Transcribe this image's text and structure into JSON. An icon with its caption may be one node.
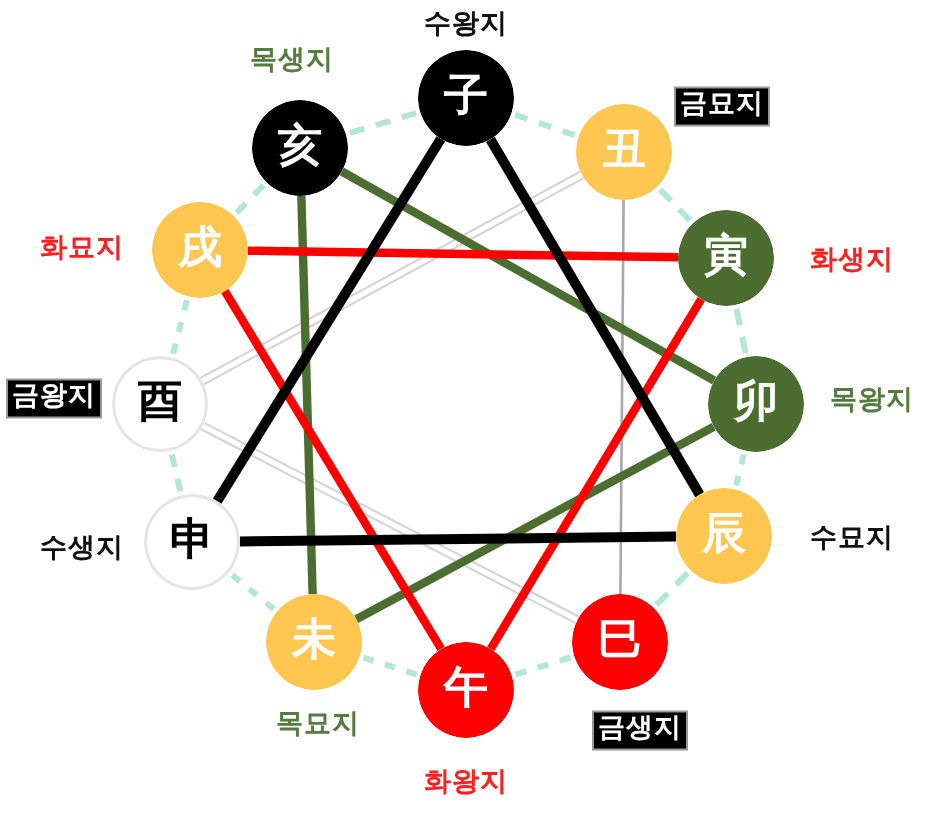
{
  "diagram": {
    "nodes": [
      {
        "text": [
          "子"
        ],
        "beside": [
          "수왕지"
        ]
      },
      {
        "text": [
          "丑"
        ],
        "beside": [
          "금묘지"
        ]
      },
      {
        "text": [
          "寅"
        ],
        "beside": [
          "화생지"
        ]
      },
      {
        "text": [
          "卯"
        ],
        "beside": [
          "목왕지"
        ]
      },
      {
        "text": [
          "辰"
        ],
        "beside": [
          "수묘지"
        ]
      },
      {
        "text": [
          "巳"
        ],
        "beside": [
          "금생지"
        ]
      },
      {
        "text": [
          "午"
        ],
        "beside": [
          "화왕지"
        ]
      },
      {
        "text": [
          "未"
        ],
        "beside": [
          "목묘지"
        ]
      },
      {
        "text": [
          "申"
        ],
        "beside": [
          "수생지"
        ]
      },
      {
        "text": [
          "酉"
        ],
        "beside": [
          "금왕지"
        ]
      },
      {
        "text": [
          "戌"
        ],
        "beside": [
          "화묘지"
        ]
      },
      {
        "text": [
          "亥"
        ],
        "beside": [
          "목생지"
        ]
      }
    ],
    "edges": [
      {
        "from": 0,
        "to": 1,
        "arrow": "none",
        "style": "dashed",
        "color": "#b3e6d6"
      },
      {
        "from": 1,
        "to": 2,
        "arrow": "none",
        "style": "dashed",
        "color": "#b3e6d6"
      },
      {
        "from": 2,
        "to": 3,
        "arrow": "none",
        "style": "dashed",
        "color": "#b3e6d6"
      },
      {
        "from": 3,
        "to": 4,
        "arrow": "none",
        "style": "dashed",
        "color": "#b3e6d6"
      },
      {
        "from": 4,
        "to": 5,
        "arrow": "none",
        "style": "dashed",
        "color": "#b3e6d6"
      },
      {
        "from": 5,
        "to": 6,
        "arrow": "none",
        "style": "dashed",
        "color": "#b3e6d6"
      },
      {
        "from": 6,
        "to": 7,
        "arrow": "none",
        "style": "dashed",
        "color": "#b3e6d6"
      },
      {
        "from": 7,
        "to": 8,
        "arrow": "none",
        "style": "dashed",
        "color": "#b3e6d6"
      },
      {
        "from": 8,
        "to": 9,
        "arrow": "none",
        "style": "dashed",
        "color": "#b3e6d6"
      },
      {
        "from": 9,
        "to": 10,
        "arrow": "none",
        "style": "dashed",
        "color": "#b3e6d6"
      },
      {
        "from": 10,
        "to": 11,
        "arrow": "none",
        "style": "dashed",
        "color": "#b3e6d6"
      },
      {
        "from": 11,
        "to": 0,
        "arrow": "none",
        "style": "dashed",
        "color": "#b3e6d6"
      },
      {
        "from": 9,
        "to": 1,
        "arrow": "none",
        "color": "#d2d2d2"
      },
      {
        "from": 9,
        "to": 5,
        "arrow": "none",
        "color": "#d2d2d2"
      },
      {
        "from": 1,
        "to": 5,
        "arrow": "none",
        "color": "#a8a8a8"
      },
      {
        "from": 11,
        "to": 3,
        "arrow": "none",
        "color": "#4b6d2f"
      },
      {
        "from": 11,
        "to": 7,
        "arrow": "none",
        "color": "#4b6d2f"
      },
      {
        "from": 7,
        "to": 3,
        "arrow": "none",
        "color": "#4b6d2f"
      },
      {
        "from": 10,
        "to": 2,
        "arrow": "none",
        "color": "#ff0000"
      },
      {
        "from": 10,
        "to": 6,
        "arrow": "none",
        "color": "#ff0000"
      },
      {
        "from": 2,
        "to": 6,
        "arrow": "none",
        "color": "#ff0000"
      },
      {
        "from": 0,
        "to": 8,
        "arrow": "none",
        "color": "#000000"
      },
      {
        "from": 0,
        "to": 4,
        "arrow": "none",
        "color": "#000000"
      },
      {
        "from": 8,
        "to": 4,
        "arrow": "none",
        "color": "#000000"
      }
    ]
  }
}
